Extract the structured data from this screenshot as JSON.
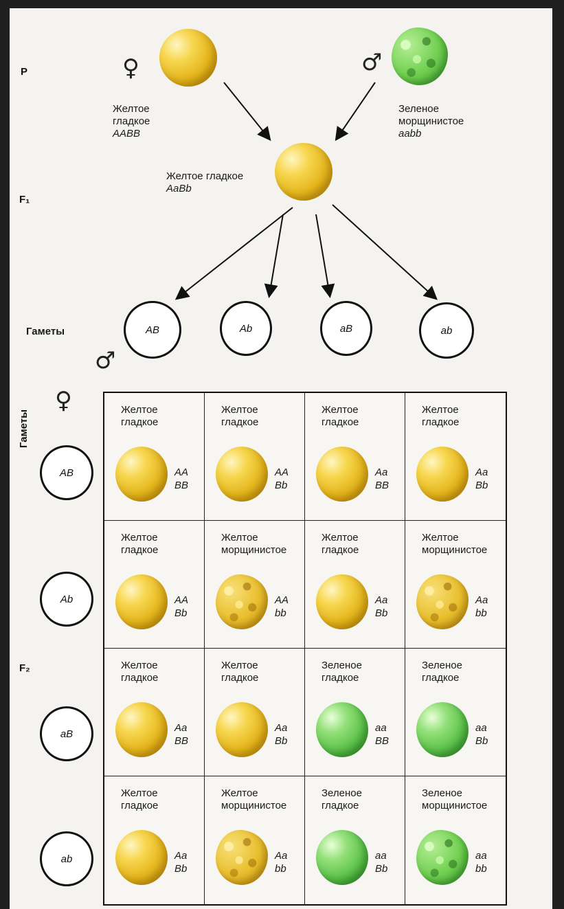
{
  "generations": {
    "p": "P",
    "f1": "F₁",
    "f2": "F₂"
  },
  "symbols": {
    "female": "♀",
    "male": "♂"
  },
  "parents": {
    "female": {
      "phenotype": "Желтое\nгладкое",
      "genotype": "AABB"
    },
    "male": {
      "phenotype": "Зеленое\nморщинистое",
      "genotype": "aabb"
    }
  },
  "f1": {
    "phenotype": "Желтое гладкое",
    "genotype": "AaBb"
  },
  "gametes_label": "Гаметы",
  "male_gametes": [
    "AB",
    "Ab",
    "aB",
    "ab"
  ],
  "female_gametes": [
    "AB",
    "Ab",
    "aB",
    "ab"
  ],
  "pea_colors": {
    "yellow": "#e8be2c",
    "green": "#6fcf4f"
  },
  "punnett": [
    [
      {
        "phenotype": "Желтое\nгладкое",
        "genotype": "AA\nBB",
        "color": "yellow",
        "shape": "smooth"
      },
      {
        "phenotype": "Желтое\nгладкое",
        "genotype": "AA\nBb",
        "color": "yellow",
        "shape": "smooth"
      },
      {
        "phenotype": "Желтое\nгладкое",
        "genotype": "Aa\nBB",
        "color": "yellow",
        "shape": "smooth"
      },
      {
        "phenotype": "Желтое\nгладкое",
        "genotype": "Aa\nBb",
        "color": "yellow",
        "shape": "smooth"
      }
    ],
    [
      {
        "phenotype": "Желтое\nгладкое",
        "genotype": "AA\nBb",
        "color": "yellow",
        "shape": "smooth"
      },
      {
        "phenotype": "Желтое\nморщинистое",
        "genotype": "AA\nbb",
        "color": "yellow",
        "shape": "wrinkled"
      },
      {
        "phenotype": "Желтое\nгладкое",
        "genotype": "Aa\nBb",
        "color": "yellow",
        "shape": "smooth"
      },
      {
        "phenotype": "Желтое\nморщинистое",
        "genotype": "Aa\nbb",
        "color": "yellow",
        "shape": "wrinkled"
      }
    ],
    [
      {
        "phenotype": "Желтое\nгладкое",
        "genotype": "Aa\nBB",
        "color": "yellow",
        "shape": "smooth"
      },
      {
        "phenotype": "Желтое\nгладкое",
        "genotype": "Aa\nBb",
        "color": "yellow",
        "shape": "smooth"
      },
      {
        "phenotype": "Зеленое\nгладкое",
        "genotype": "aa\nBB",
        "color": "green",
        "shape": "smooth"
      },
      {
        "phenotype": "Зеленое\nгладкое",
        "genotype": "aa\nBb",
        "color": "green",
        "shape": "smooth"
      }
    ],
    [
      {
        "phenotype": "Желтое\nгладкое",
        "genotype": "Aa\nBb",
        "color": "yellow",
        "shape": "smooth"
      },
      {
        "phenotype": "Желтое\nморщинистое",
        "genotype": "Aa\nbb",
        "color": "yellow",
        "shape": "wrinkled"
      },
      {
        "phenotype": "Зеленое\nгладкое",
        "genotype": "aa\nBb",
        "color": "green",
        "shape": "smooth"
      },
      {
        "phenotype": "Зеленое\nморщинистое",
        "genotype": "aa\nbb",
        "color": "green",
        "shape": "wrinkled"
      }
    ]
  ]
}
